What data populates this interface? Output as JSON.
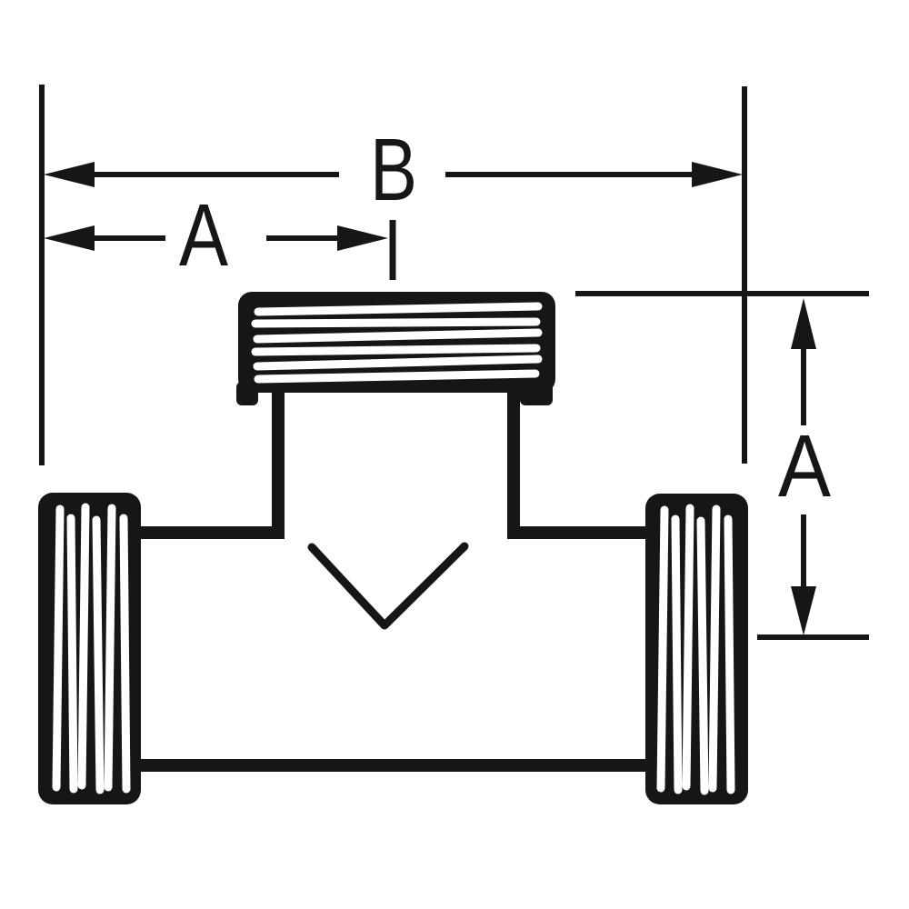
{
  "page": {
    "background": "#ffffff"
  },
  "drawing": {
    "title": "Threaded tee pipe fitting dimension drawing",
    "ink_color": "#161616",
    "labels": {
      "dim_b": "B",
      "dim_a_top": "A",
      "dim_a_right": "A"
    }
  }
}
